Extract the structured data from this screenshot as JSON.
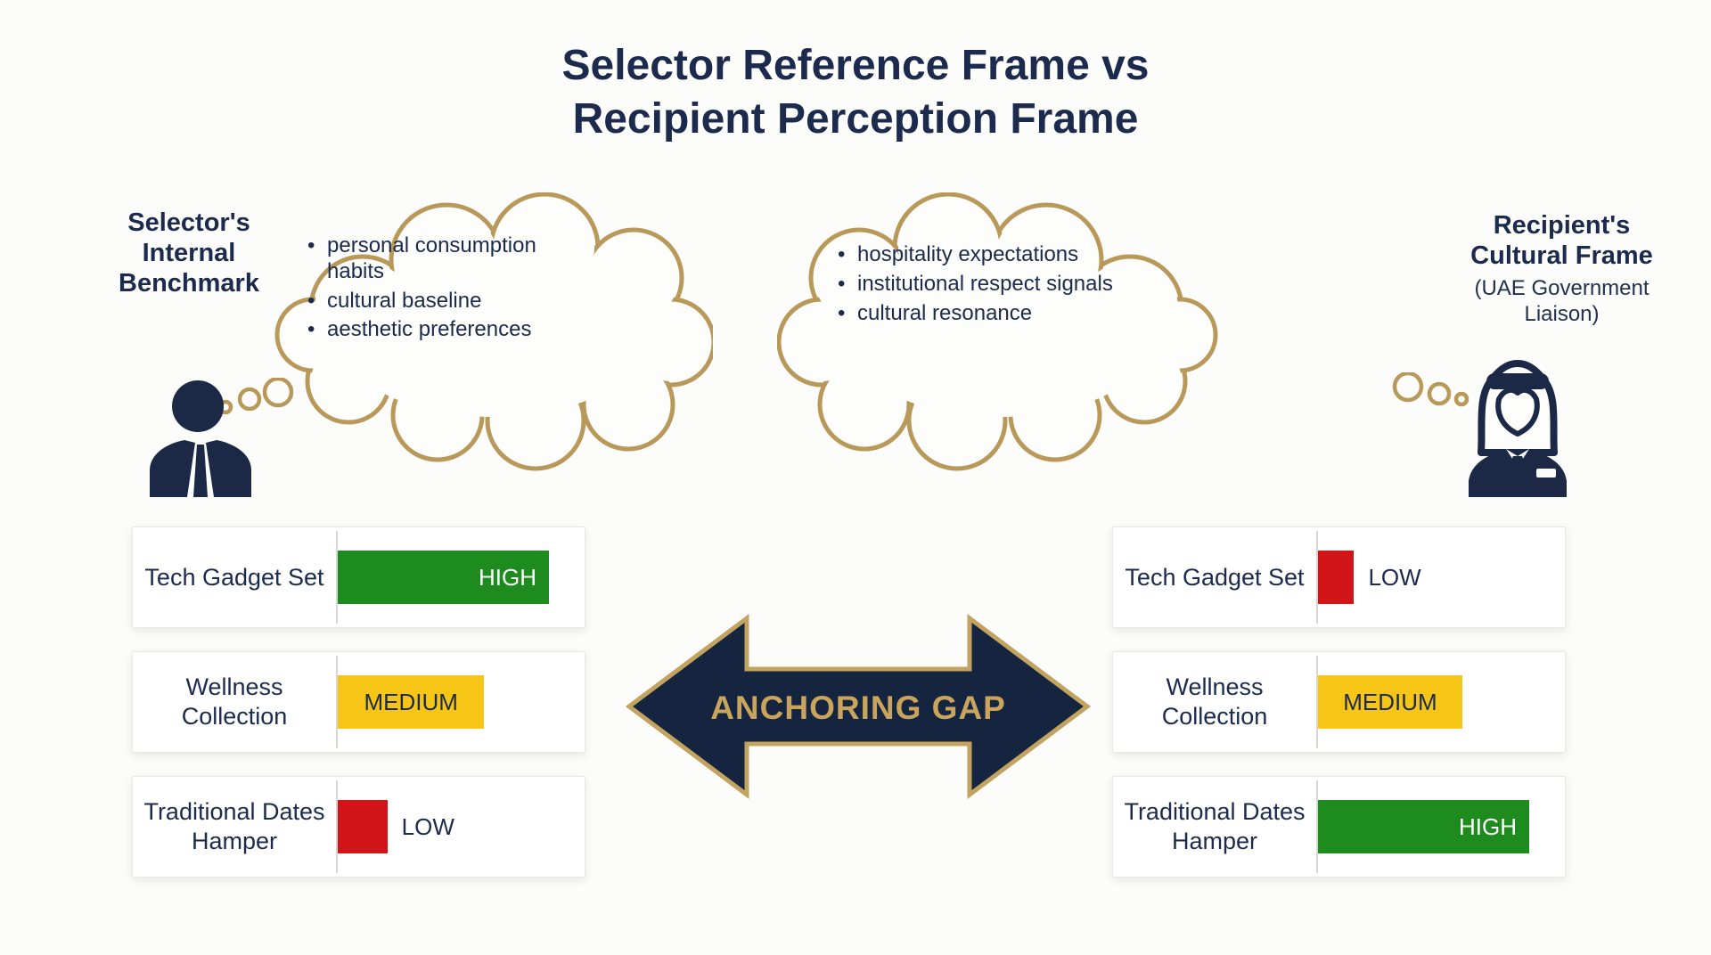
{
  "title": "Selector Reference Frame vs\nRecipient Perception Frame",
  "center": {
    "arrow_label": "ANCHORING GAP"
  },
  "left_frame": {
    "label": "Selector's\nInternal\nBenchmark",
    "thought_bubble": [
      "personal consumption habits",
      "cultural baseline",
      "aesthetic preferences"
    ],
    "persona_icon": "business-person-icon",
    "items": [
      {
        "name": "Tech Gadget Set",
        "level": "HIGH",
        "bar_pct": 99
      },
      {
        "name": "Wellness Collection",
        "level": "MEDIUM",
        "bar_pct": 65
      },
      {
        "name": "Traditional Dates Hamper",
        "level": "LOW",
        "bar_pct": 22
      }
    ]
  },
  "right_frame": {
    "label": "Recipient's\nCultural Frame",
    "sublabel": "(UAE Government\nLiaison)",
    "thought_bubble": [
      "hospitality expectations",
      "institutional respect signals",
      "cultural resonance"
    ],
    "persona_icon": "emirati-person-icon",
    "items": [
      {
        "name": "Tech Gadget Set",
        "level": "LOW",
        "bar_pct": 16
      },
      {
        "name": "Wellness Collection",
        "level": "MEDIUM",
        "bar_pct": 64
      },
      {
        "name": "Traditional Dates Hamper",
        "level": "HIGH",
        "bar_pct": 98
      }
    ]
  },
  "levels": {
    "HIGH": {
      "color": "#1e8b1e",
      "text_color": "#ffffff",
      "label_position": "inside-right"
    },
    "MEDIUM": {
      "color": "#f7c515",
      "text_color": "#1b2a4d",
      "label_position": "inside-center"
    },
    "LOW": {
      "color": "#d11418",
      "text_color": "#1b2a4d",
      "label_position": "outside-right"
    }
  },
  "colors": {
    "navy": "#1b2a4d",
    "gold": "#b9995a",
    "background": "#fcfcfa",
    "card_background": "#ffffff"
  }
}
